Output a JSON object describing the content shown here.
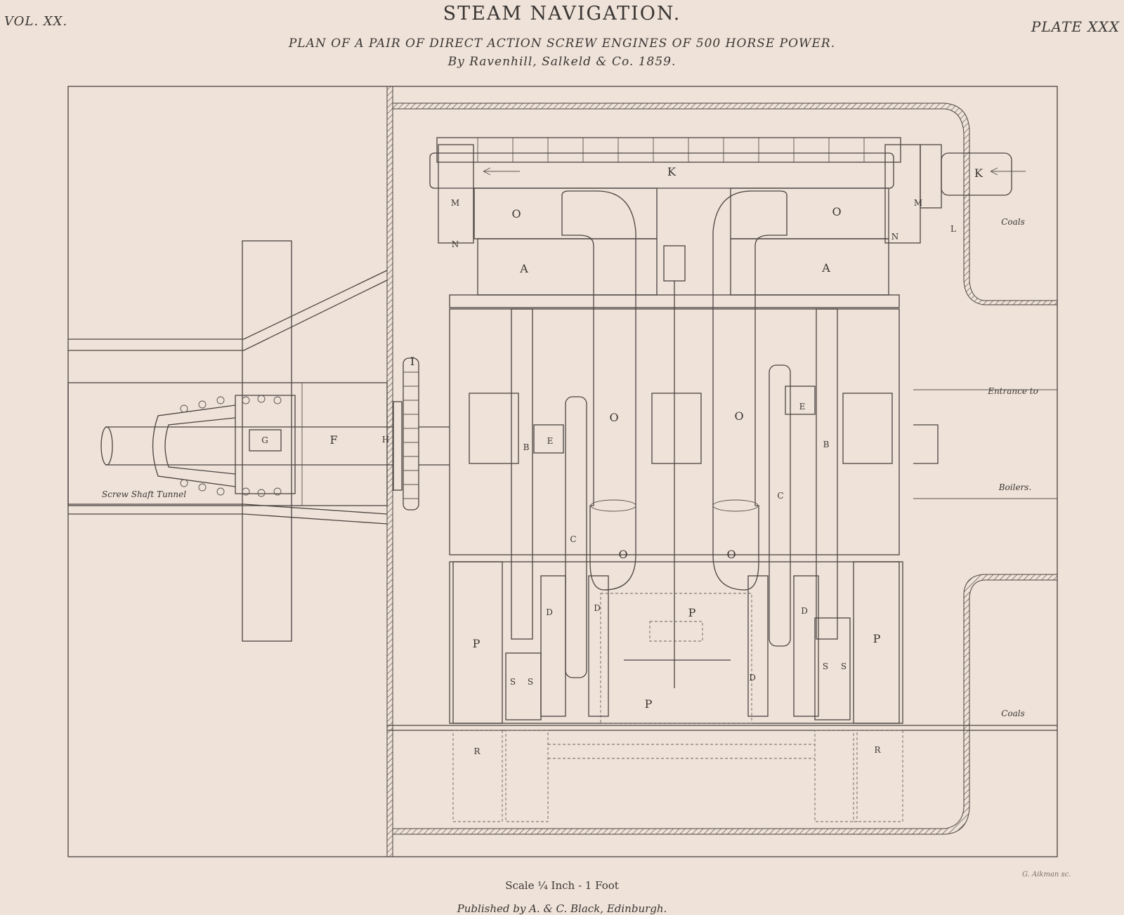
{
  "header": {
    "volume": "VOL. XX.",
    "plate": "PLATE XXX",
    "title": "STEAM NAVIGATION.",
    "subtitle": "PLAN OF A PAIR OF DIRECT ACTION SCREW ENGINES OF 500 HORSE POWER.",
    "byline": "By Ravenhill, Salkeld & Co. 1859."
  },
  "notes": {
    "coals_top": "Coals",
    "entrance": "Entrance to",
    "boilers": "Boilers.",
    "coals_bottom": "Coals",
    "tunnel": "Screw Shaft Tunnel"
  },
  "labels": {
    "K": "K",
    "M": "M",
    "N": "N",
    "O": "O",
    "A": "A",
    "L": "L",
    "I": "I",
    "G": "G",
    "F": "F",
    "H": "H",
    "B": "B",
    "E": "E",
    "C": "C",
    "D": "D",
    "P": "P",
    "S": "S",
    "R": "R"
  },
  "footer": {
    "scale": "Scale ¼ Inch - 1 Foot",
    "engraver": "G. Aikman sc.",
    "publisher": "Published by A. & C. Black, Edinburgh."
  },
  "colors": {
    "paper": "#efe2d8",
    "ink": "#3a3634"
  }
}
